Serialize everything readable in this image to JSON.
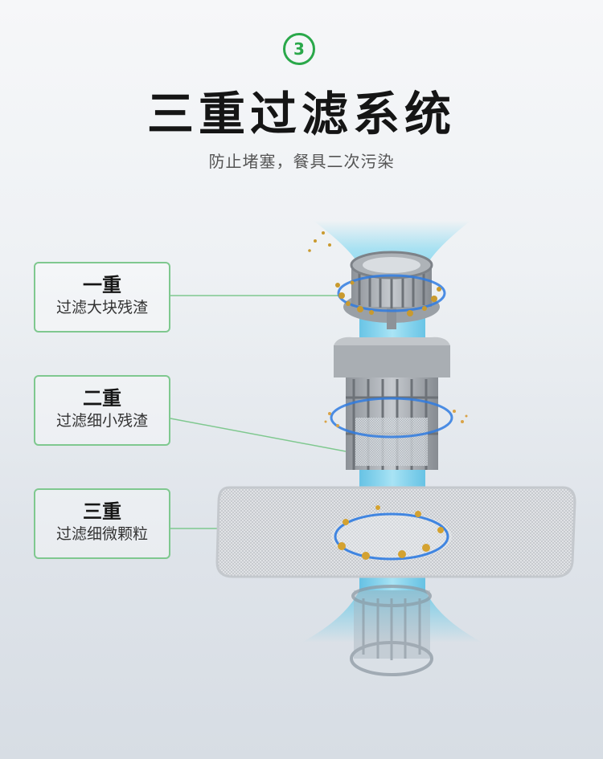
{
  "header": {
    "step": "3",
    "title": "三重过滤系统",
    "subtitle": "防止堵塞，餐具二次污染"
  },
  "labels": [
    {
      "level": "一重",
      "desc": "过滤大块残渣"
    },
    {
      "level": "二重",
      "desc": "过滤细小残渣"
    },
    {
      "level": "三重",
      "desc": "过滤细微颗粒"
    }
  ],
  "colors": {
    "accent_green": "#2aa84a",
    "label_border": "#7fc88f",
    "water_blue": "#4cc3e6",
    "ring_blue": "#2f7be0",
    "particle_gold": "#c99a2e"
  },
  "icons": {
    "step_badge": "circled-number-icon"
  }
}
